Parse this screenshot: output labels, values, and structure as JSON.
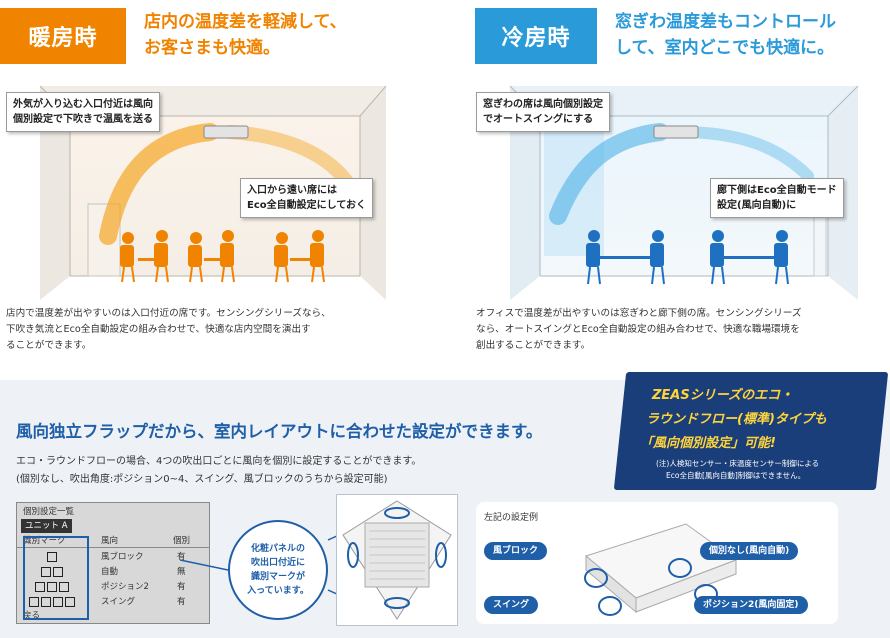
{
  "heating": {
    "badge": "暖房時",
    "badge_color": "#f08300",
    "headline_1": "店内の温度差を軽減して、",
    "headline_2": "お客さまも快適。",
    "callout_1a": "外気が入り込む入口付近は風向",
    "callout_1b": "個別設定で下吹きで温風を送る",
    "callout_2a": "入口から遠い席には",
    "callout_2b": "Eco全自動設定にしておく",
    "desc_1": "店内で温度差が出やすいのは入口付近の席です。センシングシリーズなら、",
    "desc_2": "下吹き気流とEco全自動設定の組み合わせで、快適な店内空間を演出す",
    "desc_3": "ることができます。"
  },
  "cooling": {
    "badge": "冷房時",
    "badge_color": "#2b9ad8",
    "headline_1": "窓ぎわ温度差もコントロール",
    "headline_2": "して、室内どこでも快適に。",
    "callout_1a": "窓ぎわの席は風向個別設定",
    "callout_1b": "でオートスイングにする",
    "callout_2a": "廊下側はEco全自動モード",
    "callout_2b": "設定(風向自動)に",
    "desc_1": "オフィスで温度差が出やすいのは窓ぎわと廊下側の席。センシングシリーズ",
    "desc_2": "なら、オートスイングとEco全自動設定の組み合わせで、快適な職場環境を",
    "desc_3": "創出することができます。"
  },
  "panel": {
    "title": "風向独立フラップだから、室内レイアウトに合わせた設定ができます。",
    "sub_1": "エコ・ラウンドフローの場合、4つの吹出口ごとに風向を個別に設定することができます。",
    "sub_2": "(個別なし、吹出角度:ポジション0~4、スイング、風ブロックのうちから設定可能)",
    "title_color": "#1e5fa8"
  },
  "zeas": {
    "line_1": "ZEASシリーズのエコ・",
    "line_2": "ラウンドフロー(標準)タイプも",
    "line_3": "「風向個別設定」可能!",
    "note_1": "(注)人検知センサー・床温度センサー制御による",
    "note_2": "Eco全自動[風向自動]制御はできません。"
  },
  "lcd": {
    "title": "個別設定一覧",
    "unit": "ユニット A",
    "header_mark": "識別マーク",
    "header_dir": "風向",
    "header_ind": "個別",
    "rows": [
      {
        "dir": "風ブロック",
        "ind": "有"
      },
      {
        "dir": "自動",
        "ind": "無"
      },
      {
        "dir": "ポジション2",
        "ind": "有"
      },
      {
        "dir": "スイング",
        "ind": "有"
      }
    ],
    "footer": "戻る"
  },
  "bubble": {
    "line_1": "化粧パネルの",
    "line_2": "吹出口付近に",
    "line_3": "識別マークが",
    "line_4": "入っています。"
  },
  "example": {
    "title": "左記の設定例",
    "tag_1": "風ブロック",
    "tag_2": "個別なし(風向自動)",
    "tag_3": "スイング",
    "tag_4": "ポジション2(風向固定)"
  }
}
